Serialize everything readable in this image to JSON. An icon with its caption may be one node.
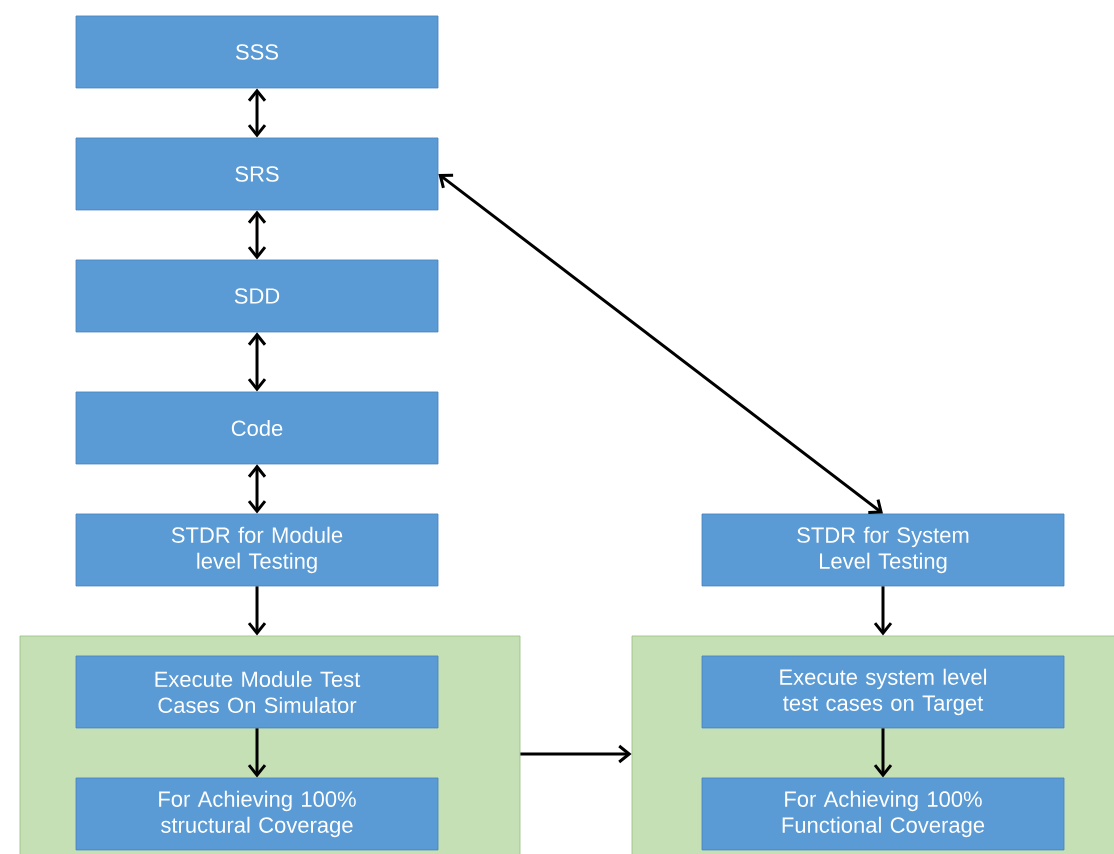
{
  "diagram": {
    "nodes": [
      {
        "text": [
          "SSS"
        ]
      },
      {
        "text": [
          "SRS"
        ]
      },
      {
        "text": [
          "SDD"
        ]
      },
      {
        "text": [
          "Code"
        ]
      },
      {
        "text": [
          "STDR for Module level Testing"
        ]
      },
      {
        "text": [
          "STDR for System Level Testing"
        ]
      },
      {
        "text": [],
        "shape": "box"
      },
      {
        "text": [
          "Execute Module Test Cases On Simulator"
        ],
        "in": 6
      },
      {
        "text": [
          "For Achieving 100% structural Coverage"
        ],
        "in": 6
      },
      {
        "text": [],
        "shape": "box"
      },
      {
        "text": [
          "Execute system level test cases on Target"
        ],
        "in": 9
      },
      {
        "text": [
          "For Achieving 100% Functional Coverage"
        ],
        "in": 9
      }
    ],
    "edges": [
      {
        "from": 0,
        "to": 1,
        "arrow": "both"
      },
      {
        "from": 1,
        "to": 2,
        "arrow": "both"
      },
      {
        "from": 2,
        "to": 3,
        "arrow": "both"
      },
      {
        "from": 3,
        "to": 4,
        "arrow": "both"
      },
      {
        "from": 1,
        "to": 5,
        "arrow": "both"
      },
      {
        "from": 4,
        "to": 6,
        "arrow": "to"
      },
      {
        "from": 5,
        "to": 9,
        "arrow": "to"
      },
      {
        "from": 7,
        "to": 8,
        "arrow": "to"
      },
      {
        "from": 10,
        "to": 11,
        "arrow": "to"
      },
      {
        "from": 6,
        "to": 9,
        "arrow": "to"
      }
    ]
  }
}
